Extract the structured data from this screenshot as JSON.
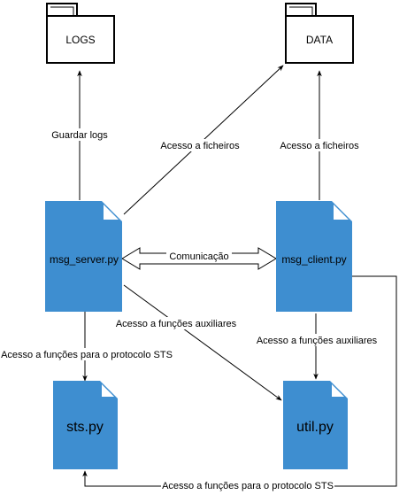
{
  "colors": {
    "document": "#3e8ed0",
    "fold": "#ffffff",
    "stroke": "#000000",
    "background": "#ffffff"
  },
  "icons": {
    "folder": "folder-icon",
    "document": "document-icon"
  },
  "nodes": {
    "logs": "LOGS",
    "data": "DATA",
    "msg_server": "msg_server.py",
    "msg_client": "msg_client.py",
    "sts": "sts.py",
    "util": "util.py"
  },
  "edges": {
    "server_logs": "Guardar logs",
    "server_data": "Acesso a ficheiros",
    "client_data": "Acesso a ficheiros",
    "communication": "Comunicação",
    "server_util": "Acesso a funções auxiliares",
    "client_util": "Acesso a funções auxiliares",
    "server_sts": "Acesso a funções para o protocolo STS",
    "client_sts": "Acesso a funções para o protocolo STS"
  }
}
